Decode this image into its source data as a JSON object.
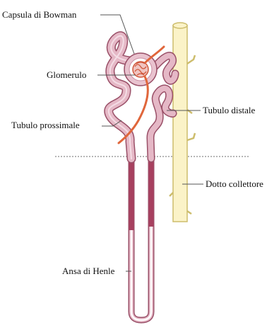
{
  "labels": {
    "capsule": "Capsula di Bowman",
    "glomerulus": "Glomerulo",
    "proximal": "Tubulo prossimale",
    "distal": "Tubulo distale",
    "collecting": "Dotto collettore",
    "loop": "Ansa di Henle"
  },
  "colors": {
    "tubule_light": "#e5b8c6",
    "tubule_edge": "#9a5068",
    "loop_dark": "#a7405f",
    "duct_fill": "#fbf3c8",
    "duct_edge": "#cdbd6c",
    "arteriole": "#e0663b",
    "leader": "#555555",
    "divider": "#8a8a8a"
  }
}
